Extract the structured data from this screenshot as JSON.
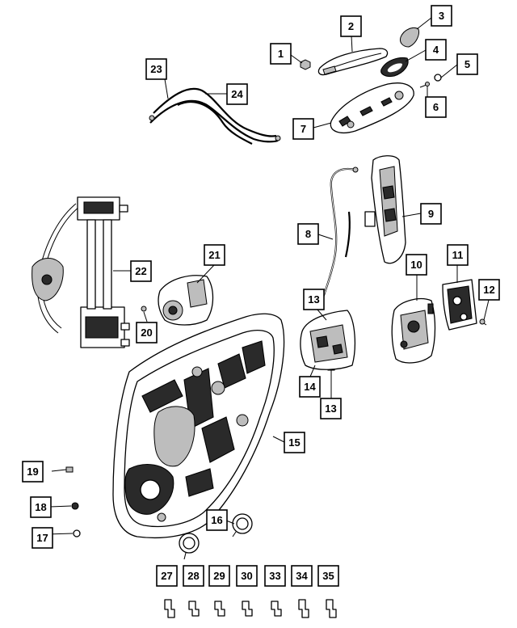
{
  "callouts": [
    {
      "id": "c1",
      "label": "1"
    },
    {
      "id": "c2",
      "label": "2"
    },
    {
      "id": "c3",
      "label": "3"
    },
    {
      "id": "c4",
      "label": "4"
    },
    {
      "id": "c5",
      "label": "5"
    },
    {
      "id": "c6",
      "label": "6"
    },
    {
      "id": "c7",
      "label": "7"
    },
    {
      "id": "c8",
      "label": "8"
    },
    {
      "id": "c9",
      "label": "9"
    },
    {
      "id": "c10",
      "label": "10"
    },
    {
      "id": "c11",
      "label": "11"
    },
    {
      "id": "c12",
      "label": "12"
    },
    {
      "id": "c13a",
      "label": "13"
    },
    {
      "id": "c13b",
      "label": "13"
    },
    {
      "id": "c14",
      "label": "14"
    },
    {
      "id": "c15",
      "label": "15"
    },
    {
      "id": "c16",
      "label": "16"
    },
    {
      "id": "c17",
      "label": "17"
    },
    {
      "id": "c18",
      "label": "18"
    },
    {
      "id": "c19",
      "label": "19"
    },
    {
      "id": "c20",
      "label": "20"
    },
    {
      "id": "c21",
      "label": "21"
    },
    {
      "id": "c22",
      "label": "22"
    },
    {
      "id": "c23",
      "label": "23"
    },
    {
      "id": "c24",
      "label": "24"
    },
    {
      "id": "c27",
      "label": "27"
    },
    {
      "id": "c28",
      "label": "28"
    },
    {
      "id": "c29",
      "label": "29"
    },
    {
      "id": "c30",
      "label": "30"
    },
    {
      "id": "c33",
      "label": "33"
    },
    {
      "id": "c34",
      "label": "34"
    },
    {
      "id": "c35",
      "label": "35"
    }
  ]
}
